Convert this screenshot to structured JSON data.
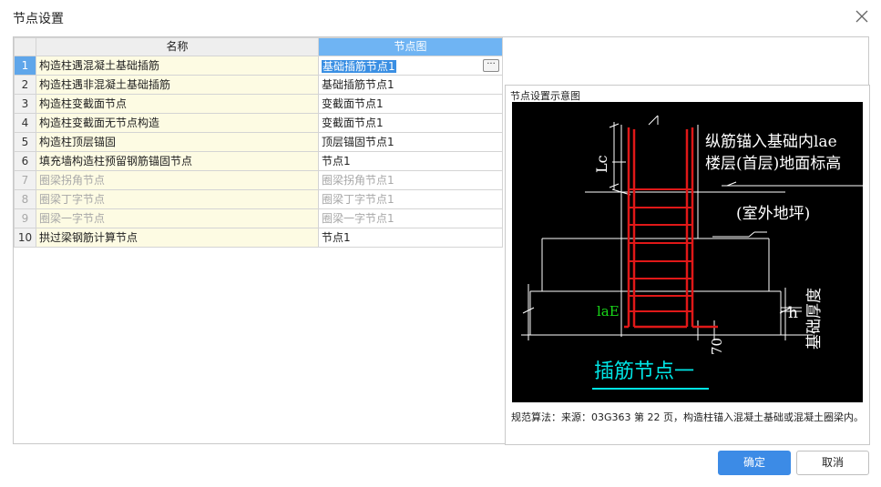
{
  "window": {
    "title": "节点设置"
  },
  "grid": {
    "headers": {
      "name": "名称",
      "node": "节点图"
    },
    "rows": [
      {
        "idx": "1",
        "name": "构造柱遇混凝土基础插筋",
        "node": "基础插筋节点1"
      },
      {
        "idx": "2",
        "name": "构造柱遇非混凝土基础插筋",
        "node": "基础插筋节点1"
      },
      {
        "idx": "3",
        "name": "构造柱变截面节点",
        "node": "变截面节点1"
      },
      {
        "idx": "4",
        "name": "构造柱变截面无节点构造",
        "node": "变截面节点1"
      },
      {
        "idx": "5",
        "name": "构造柱顶层锚固",
        "node": "顶层锚固节点1"
      },
      {
        "idx": "6",
        "name": "填充墙构造柱预留钢筋锚固节点",
        "node": "节点1"
      },
      {
        "idx": "7",
        "name": "圈梁拐角节点",
        "node": "圈梁拐角节点1"
      },
      {
        "idx": "8",
        "name": "圈梁丁字节点",
        "node": "圈梁丁字节点1"
      },
      {
        "idx": "9",
        "name": "圈梁一字节点",
        "node": "圈梁一字节点1"
      },
      {
        "idx": "10",
        "name": "拱过梁钢筋计算节点",
        "node": "节点1"
      }
    ],
    "ellipsis": "···"
  },
  "preview": {
    "title": "节点设置示意图",
    "diagram": {
      "label_anchor": "纵筋锚入基础内lae",
      "label_floor": "楼层(首层)地面标高",
      "label_outdoor": "(室外地坪)",
      "label_lc": "Lc",
      "label_lae": "laE",
      "label_h": "h",
      "label_thickness": "基础厚度",
      "label_70": "70",
      "caption": "插筋节点一"
    },
    "algorithm": "规范算法：来源：03G363 第 22 页，构造柱锚入混凝土基础或混凝土圈梁内。"
  },
  "buttons": {
    "ok": "确定",
    "cancel": "取消"
  },
  "colors": {
    "accent": "#3c8be6",
    "rebar": "#e01818",
    "caption": "#00e5e5",
    "lae": "#19d619"
  }
}
